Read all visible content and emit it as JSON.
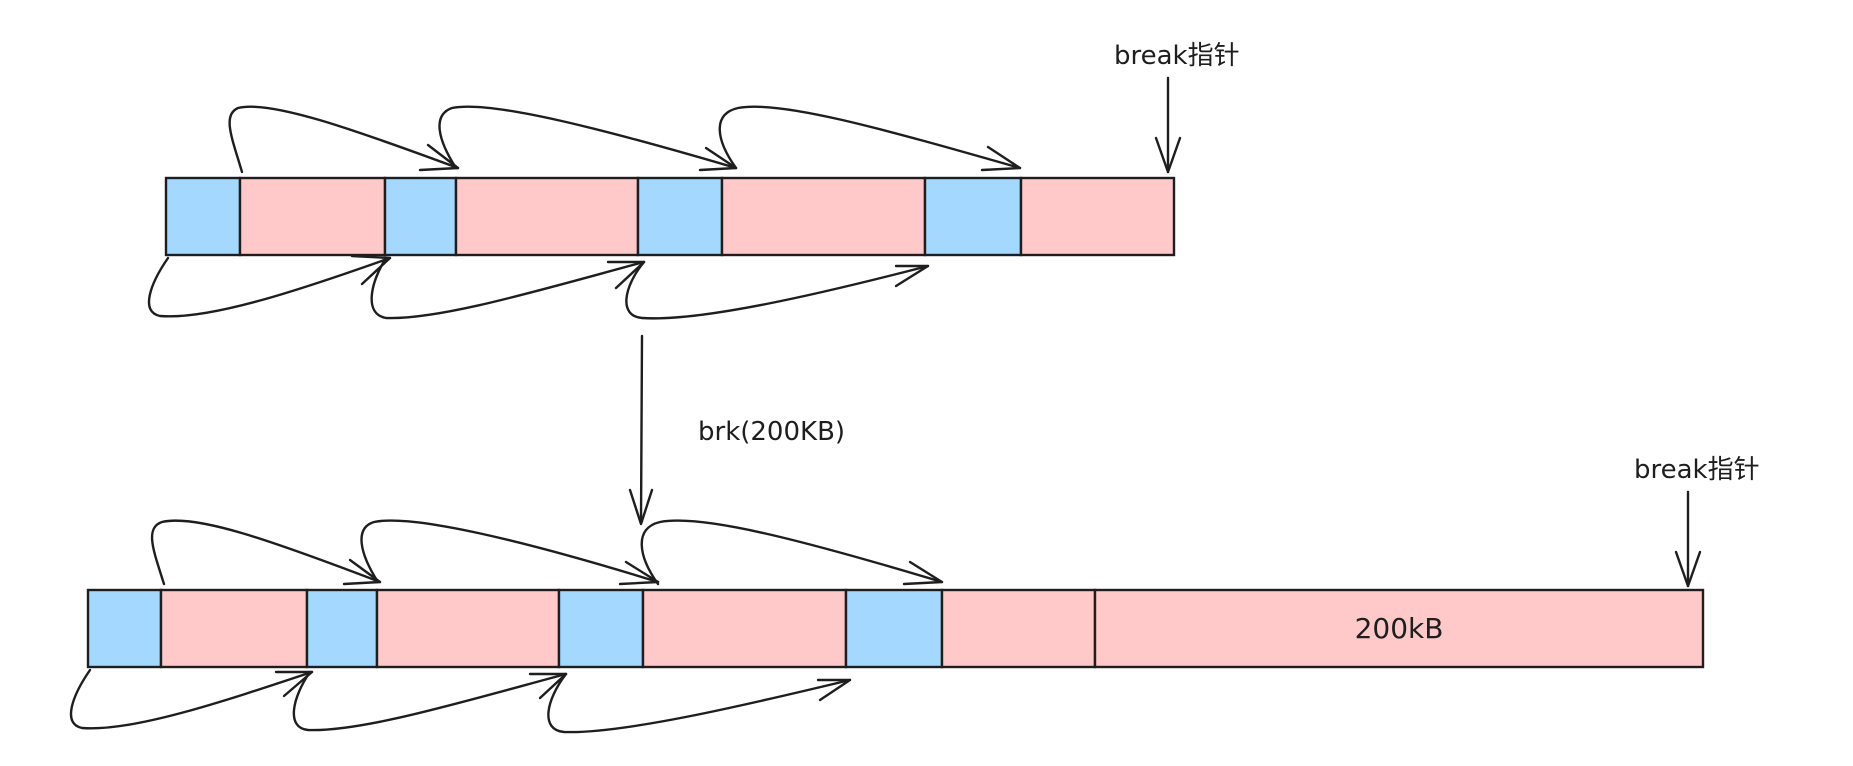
{
  "colors": {
    "header_block": "#a5d8ff",
    "data_block": "#ffc9c9",
    "stroke": "#1e1e1e"
  },
  "top_heap": {
    "pointer_label": "break指针",
    "blocks": [
      "header",
      "data",
      "header",
      "data",
      "header",
      "data",
      "header",
      "data"
    ]
  },
  "operation": {
    "label": "brk(200KB)"
  },
  "bottom_heap": {
    "pointer_label": "break指针",
    "blocks": [
      "header",
      "data",
      "header",
      "data",
      "header",
      "data",
      "header",
      "data",
      "extension"
    ],
    "extension_label": "200kB"
  }
}
